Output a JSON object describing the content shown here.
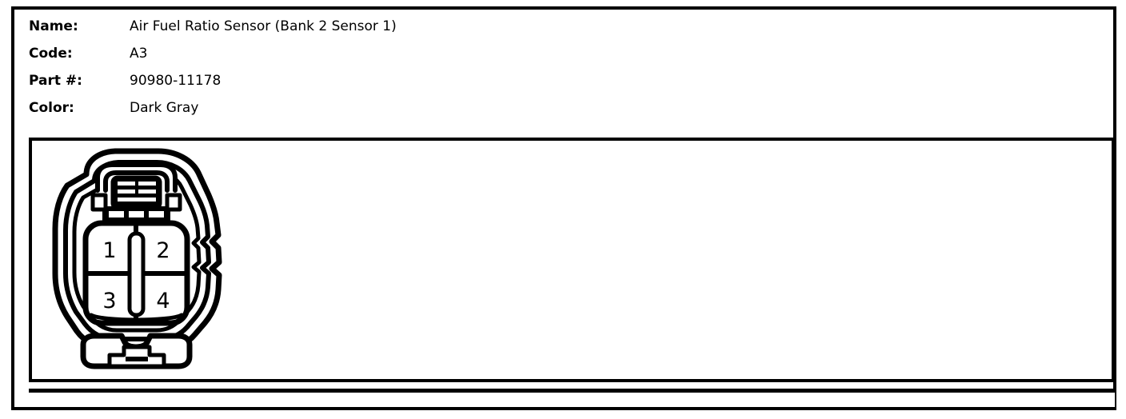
{
  "spec": {
    "rows": [
      {
        "label": "Name:",
        "value": "Air Fuel Ratio Sensor (Bank 2 Sensor 1)"
      },
      {
        "label": "Code:",
        "value": "A3"
      },
      {
        "label": "Part #:",
        "value": "90980-11178"
      },
      {
        "label": "Color:",
        "value": "Dark Gray"
      }
    ]
  },
  "diagram": {
    "title": "connector-face-view",
    "type": "automotive-connector-pinout",
    "terminal_count": 4,
    "pins": [
      {
        "number": "1",
        "position": "top-left"
      },
      {
        "number": "2",
        "position": "top-right"
      },
      {
        "number": "3",
        "position": "bottom-left"
      },
      {
        "number": "4",
        "position": "bottom-right"
      }
    ],
    "stroke_color": "#000000",
    "fill_color": "#ffffff"
  }
}
